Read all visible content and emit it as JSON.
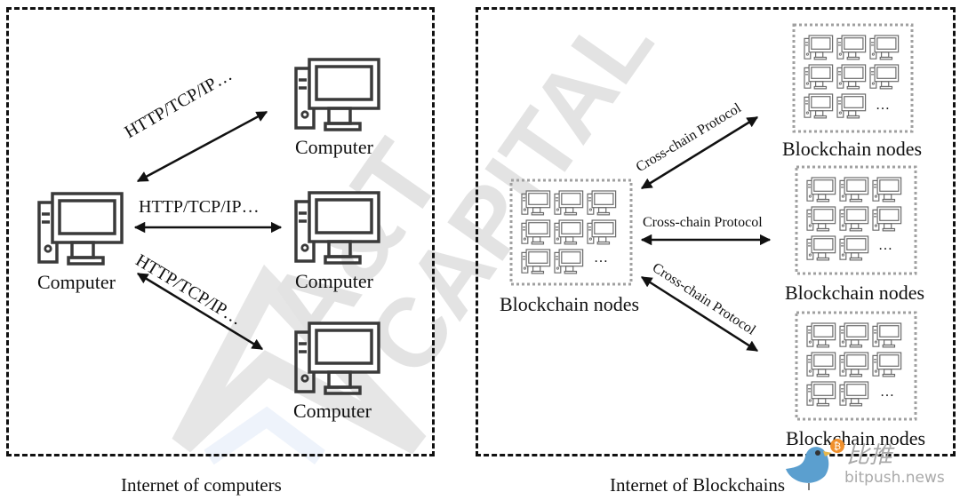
{
  "left_panel": {
    "caption": "Internet of computers",
    "hub": {
      "label": "Computer"
    },
    "peers": [
      {
        "label": "Computer",
        "link_label": "HTTP/TCP/IP…"
      },
      {
        "label": "Computer",
        "link_label": "HTTP/TCP/IP…"
      },
      {
        "label": "Computer",
        "link_label": "HTTP/TCP/IP…"
      }
    ]
  },
  "right_panel": {
    "caption": "Internet of Blockchains",
    "hub": {
      "label": "Blockchain nodes",
      "ellipsis": "…"
    },
    "peers": [
      {
        "label": "Blockchain nodes",
        "link_label": "Cross-chain Protocol",
        "ellipsis": "…"
      },
      {
        "label": "Blockchain nodes",
        "link_label": "Cross-chain Protocol",
        "ellipsis": "…"
      },
      {
        "label": "Blockchain nodes",
        "link_label": "Cross-chain Protocol",
        "ellipsis": "…"
      }
    ]
  },
  "watermark": {
    "text_line1": "A&T",
    "text_line2": "CAPITAL"
  },
  "source_logo": {
    "chinese": "比推",
    "domain": "bitpush.news",
    "icon": "bird-icon",
    "badge_icon": "bitcoin-icon"
  },
  "colors": {
    "line": "#111111",
    "icon": "#3a3a3a",
    "node_icon": "#6b6b6b",
    "dotted_border": "#a0a0a0",
    "watermark": "#e3e3e3",
    "logo_bird": "#5b9fcf",
    "logo_coin": "#f0902c",
    "logo_text": "#a9a9a9"
  }
}
